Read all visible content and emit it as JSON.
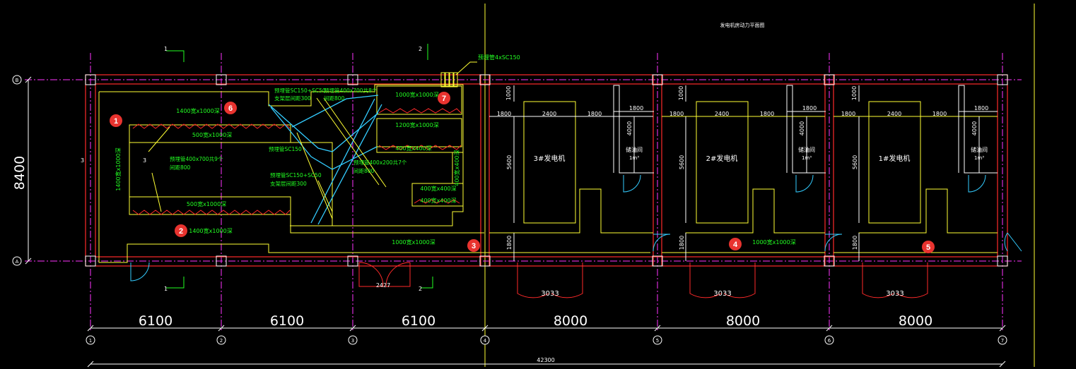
{
  "drawing": {
    "title": "发电机房动力平面图",
    "overall_height": "8400",
    "overall_width": "42300",
    "bay_widths": [
      "6100",
      "6100",
      "6100",
      "8000",
      "8000",
      "8000"
    ],
    "col_bubbles": [
      "1",
      "2",
      "3",
      "4",
      "5",
      "6",
      "7"
    ],
    "row_bubbles": [
      "B",
      "A"
    ],
    "small_dims": {
      "d1000": "1000",
      "d1800": "1800",
      "d2400": "2400",
      "d4000": "4000",
      "d5600": "5600"
    },
    "door_labels": {
      "d2427": "2427",
      "d3033": "3033"
    },
    "cable_trench_labels": {
      "t1400_top": "1400宽x1000深",
      "t1400_bottom": "1400宽x1000深",
      "t1400_vert": "1400宽x1000深",
      "t500_top": "500宽x1000深",
      "t500_bottom": "500宽x1000深",
      "t1000_1": "1000宽x1000深",
      "t1000_2": "1000宽x1000深",
      "t1000_3": "1000宽x1000深",
      "t1200": "1200宽x1000深",
      "t400_1": "400宽x400深",
      "t400_2": "400宽x400深",
      "t400_3": "400宽x400深",
      "t400_vert": "400宽x400深"
    },
    "annotations": {
      "pipe_top": "预埋管4xSC150",
      "pipe_a1": "预埋管SC150+SC50",
      "pipe_a2": "支架层间距300",
      "pipe_b1": "预埋管400x700共8个",
      "pipe_b2": "间距800",
      "pipe_c": "预埋管SC150",
      "pipe_d1": "预埋管400x700共9个",
      "pipe_d2": "间距800",
      "pipe_e1": "预埋管400x200共7个",
      "pipe_e2": "间距800",
      "pipe_f1": "预埋管SC150+SC50",
      "pipe_f2": "支架层间距300"
    },
    "rooms": {
      "gen3": "3#发电机",
      "gen2": "2#发电机",
      "gen1": "1#发电机",
      "oil_room": "储油间",
      "oil_vol": "1m³"
    },
    "section_marks": {
      "s1": "1",
      "s2": "2",
      "s3": "3"
    },
    "markers": [
      "1",
      "2",
      "3",
      "4",
      "5",
      "6",
      "7"
    ]
  },
  "colors": {
    "background": "#000000",
    "wall": "#ff2a2a",
    "axis": "#ff33ff",
    "text_green": "#22ff22",
    "text_white": "#ffffff",
    "outline_yellow": "#ffff33",
    "pipe_cyan": "#33ccff",
    "marker_fill": "#e8332f"
  }
}
